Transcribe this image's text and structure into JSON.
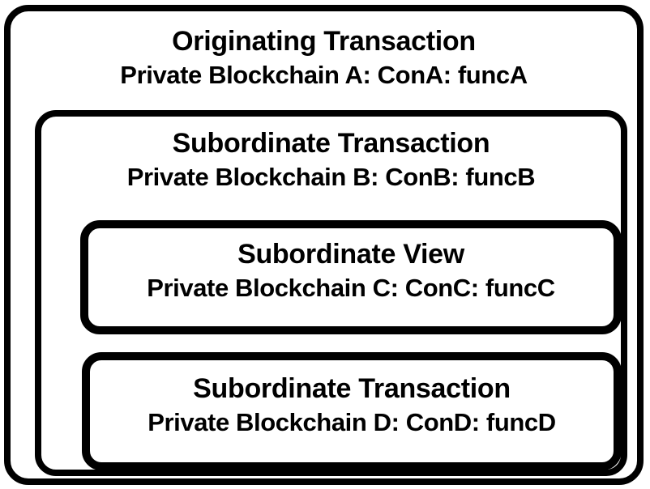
{
  "diagram": {
    "type": "nested-containment",
    "background_color": "#ffffff",
    "stroke_color": "#000000",
    "boxes": [
      {
        "id": "originating-transaction",
        "level": 1,
        "title": "Originating Transaction",
        "detail": "Private Blockchain A: ConA: funcA",
        "blockchain": "Private Blockchain A",
        "contract": "ConA",
        "function": "funcA"
      },
      {
        "id": "subordinate-transaction-b",
        "level": 2,
        "title": "Subordinate Transaction",
        "detail": "Private Blockchain B: ConB: funcB",
        "blockchain": "Private Blockchain B",
        "contract": "ConB",
        "function": "funcB"
      },
      {
        "id": "subordinate-view-c",
        "level": 3,
        "title": "Subordinate View",
        "detail": "Private Blockchain C: ConC: funcC",
        "blockchain": "Private Blockchain C",
        "contract": "ConC",
        "function": "funcC"
      },
      {
        "id": "subordinate-transaction-d",
        "level": 3,
        "title": "Subordinate Transaction",
        "detail": "Private Blockchain D: ConD: funcD",
        "blockchain": "Private Blockchain D",
        "contract": "ConD",
        "function": "funcD"
      }
    ]
  }
}
